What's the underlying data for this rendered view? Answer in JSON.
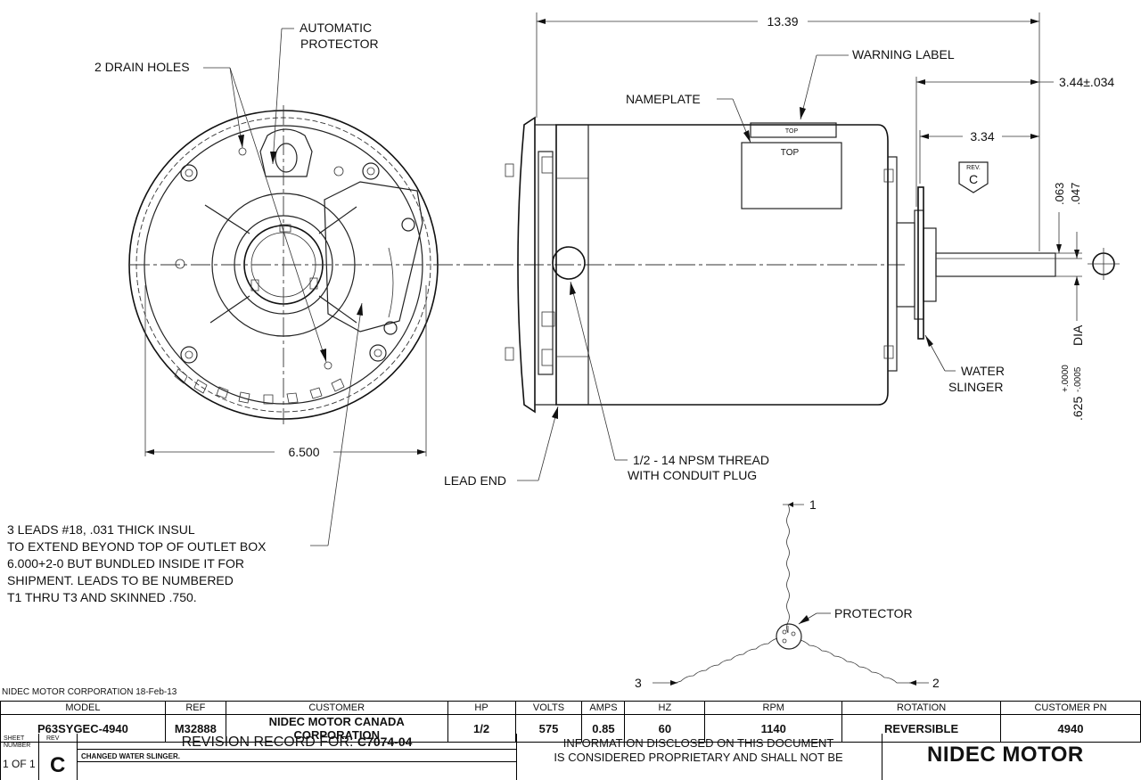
{
  "labels": {
    "automatic_protector_1": "AUTOMATIC",
    "automatic_protector_2": "PROTECTOR",
    "drain_holes": "2 DRAIN HOLES",
    "overall_length": "13.39",
    "warning_label": "WARNING LABEL",
    "shaft_ext_total": "3.44±.034",
    "nameplate": "NAMEPLATE",
    "top_small": "TOP",
    "top_plate": "TOP",
    "shaft_ext": "3.34",
    "rev_tag": "REV.",
    "rev_letter": "C",
    "flat_1": ".063",
    "flat_2": ".047",
    "shaft_dia_1": "DIA",
    "shaft_dia_2": ".625",
    "shaft_tol_1": "+.0000",
    "shaft_tol_2": "-.0005",
    "water_slinger_1": "WATER",
    "water_slinger_2": "SLINGER",
    "frame_dia": "6.500",
    "thread_1": "1/2 - 14 NPSM THREAD",
    "thread_2": "WITH CONDUIT PLUG",
    "lead_end": "LEAD END",
    "protector": "PROTECTOR",
    "lead_1": "1",
    "lead_2": "2",
    "lead_3": "3",
    "leads_note": [
      "3 LEADS #18, .031 THICK INSUL",
      "TO EXTEND BEYOND TOP OF OUTLET BOX",
      "6.000+2-0 BUT BUNDLED INSIDE IT FOR",
      "SHIPMENT. LEADS TO BE NUMBERED",
      "T1 THRU T3 AND SKINNED .750."
    ]
  },
  "stamp": "NIDEC MOTOR CORPORATION 18-Feb-13",
  "spec_headers": [
    "MODEL",
    "REF",
    "CUSTOMER",
    "HP",
    "VOLTS",
    "AMPS",
    "HZ",
    "RPM",
    "ROTATION",
    "CUSTOMER PN"
  ],
  "spec_values": [
    "P63SYGEC-4940",
    "M32888",
    "NIDEC MOTOR CANADA CORPORATION",
    "1/2",
    "575",
    "0.85",
    "60",
    "1140",
    "REVERSIBLE",
    "4940"
  ],
  "revision": {
    "sheet_label_1": "SHEET",
    "sheet_label_2": "NUMBER",
    "rev_label": "REV",
    "sheet_number": "1 OF 1",
    "rev": "C",
    "title": "REVISION RECORD FOR:",
    "drawing_no": "C7074-04",
    "note": "CHANGED WATER SLINGER."
  },
  "disclaimer_1": "INFORMATION DISCLOSED ON THIS DOCUMENT",
  "disclaimer_2": "IS CONSIDERED PROPRIETARY AND SHALL NOT BE",
  "brand": "NIDEC MOTOR"
}
